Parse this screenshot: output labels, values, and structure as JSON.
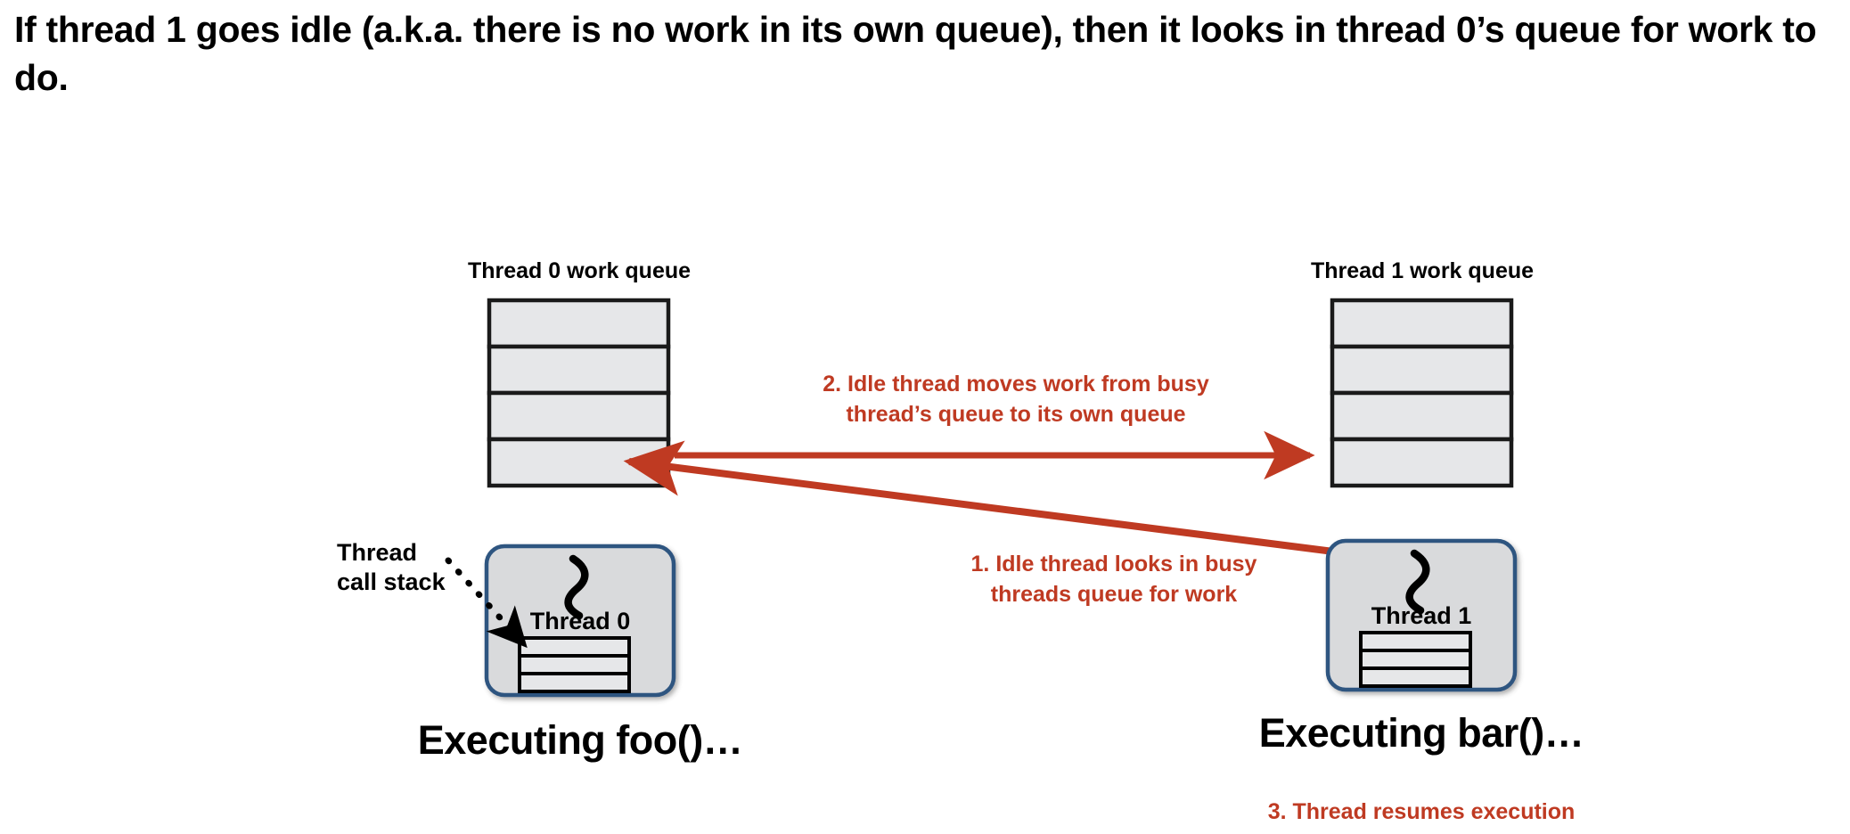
{
  "slide": {
    "title": "If thread 1 goes idle (a.k.a. there is no work in its own queue), then it looks in thread 0’s queue for work to do.",
    "background_color": "#ffffff"
  },
  "colors": {
    "accent_red": "#bf3a22",
    "box_border_blue": "#2e5480",
    "box_fill_gray": "#d9dadc",
    "queue_fill_gray": "#e6e7e9",
    "queue_border_black": "#1a1a1a",
    "text_black": "#000000"
  },
  "queues": [
    {
      "caption": "Thread 0 work queue",
      "slot_count": 4,
      "slots": [
        "",
        "",
        "",
        ""
      ]
    },
    {
      "caption": "Thread 1 work queue",
      "slot_count": 4,
      "slots": [
        "",
        "",
        "",
        ""
      ]
    }
  ],
  "threads": [
    {
      "name": "Thread 0",
      "squiggle": "steam-squiggle",
      "callstack_rows": 3,
      "status": "Executing foo()…"
    },
    {
      "name": "Thread 1",
      "squiggle": "steam-squiggle",
      "callstack_rows": 3,
      "status": "Executing bar()…"
    }
  ],
  "annotations": {
    "callstack_label_line1": "Thread",
    "callstack_label_line2": "call stack",
    "step1_line1": "1. Idle thread looks in busy",
    "step1_line2": "threads queue for work",
    "step2_line1": "2. Idle thread moves work from busy",
    "step2_line2": "thread’s queue to its own queue",
    "step3": "3. Thread resumes execution"
  }
}
